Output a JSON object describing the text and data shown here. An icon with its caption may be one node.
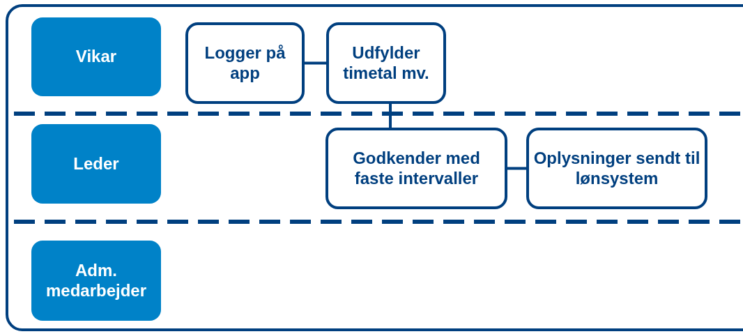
{
  "diagram": {
    "nodes": [
      {
        "text": [
          "Vikar"
        ]
      },
      {
        "text": [
          "Logger på app"
        ]
      },
      {
        "text": [
          "Udfylder timetal mv."
        ]
      },
      {
        "text": [
          "Leder"
        ]
      },
      {
        "text": [
          "Godkender med faste intervaller"
        ]
      },
      {
        "text": [
          "Oplysninger sendt til lønsystem"
        ]
      },
      {
        "text": [
          "Adm. medarbejder"
        ]
      }
    ],
    "edges": [
      {
        "from": 1,
        "to": 2,
        "arrow": "none"
      },
      {
        "from": 2,
        "to": 4,
        "arrow": "none"
      },
      {
        "from": 4,
        "to": 5,
        "arrow": "none"
      }
    ]
  }
}
